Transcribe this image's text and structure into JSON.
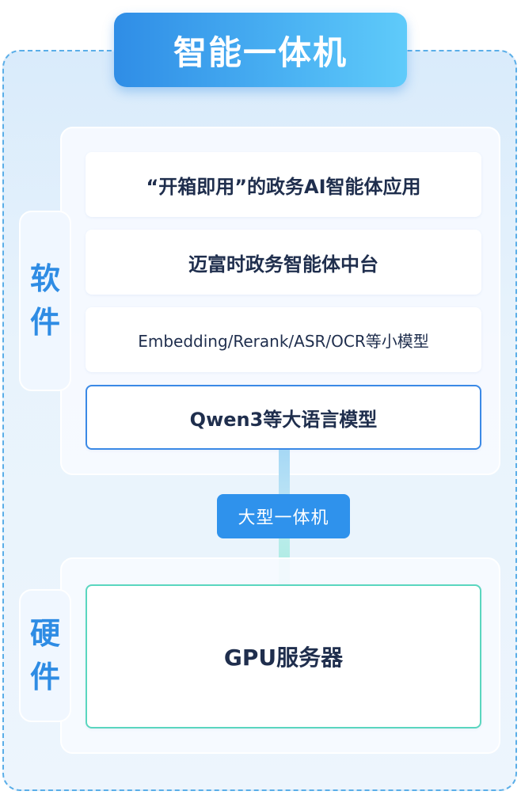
{
  "title": "智能一体机",
  "software": {
    "tab_label_1": "软",
    "tab_label_2": "件",
    "layers": [
      {
        "label": "“开箱即用”的政务AI智能体应用"
      },
      {
        "label": "迈富时政务智能体中台"
      },
      {
        "label": "Embedding/Rerank/ASR/OCR等小模型"
      },
      {
        "label": "Qwen3等大语言模型"
      }
    ]
  },
  "connector_badge": "大型一体机",
  "hardware": {
    "tab_label_1": "硬",
    "tab_label_2": "件",
    "layers": [
      {
        "label": "GPU服务器"
      }
    ]
  },
  "colors": {
    "accent": "#2f92ec",
    "title_gradient_start": "#2f8de6",
    "title_gradient_end": "#5fcbfa",
    "llm_border": "#3a89e6",
    "gpu_border": "#5ad6bf",
    "text_dark": "#1f2e4d"
  }
}
